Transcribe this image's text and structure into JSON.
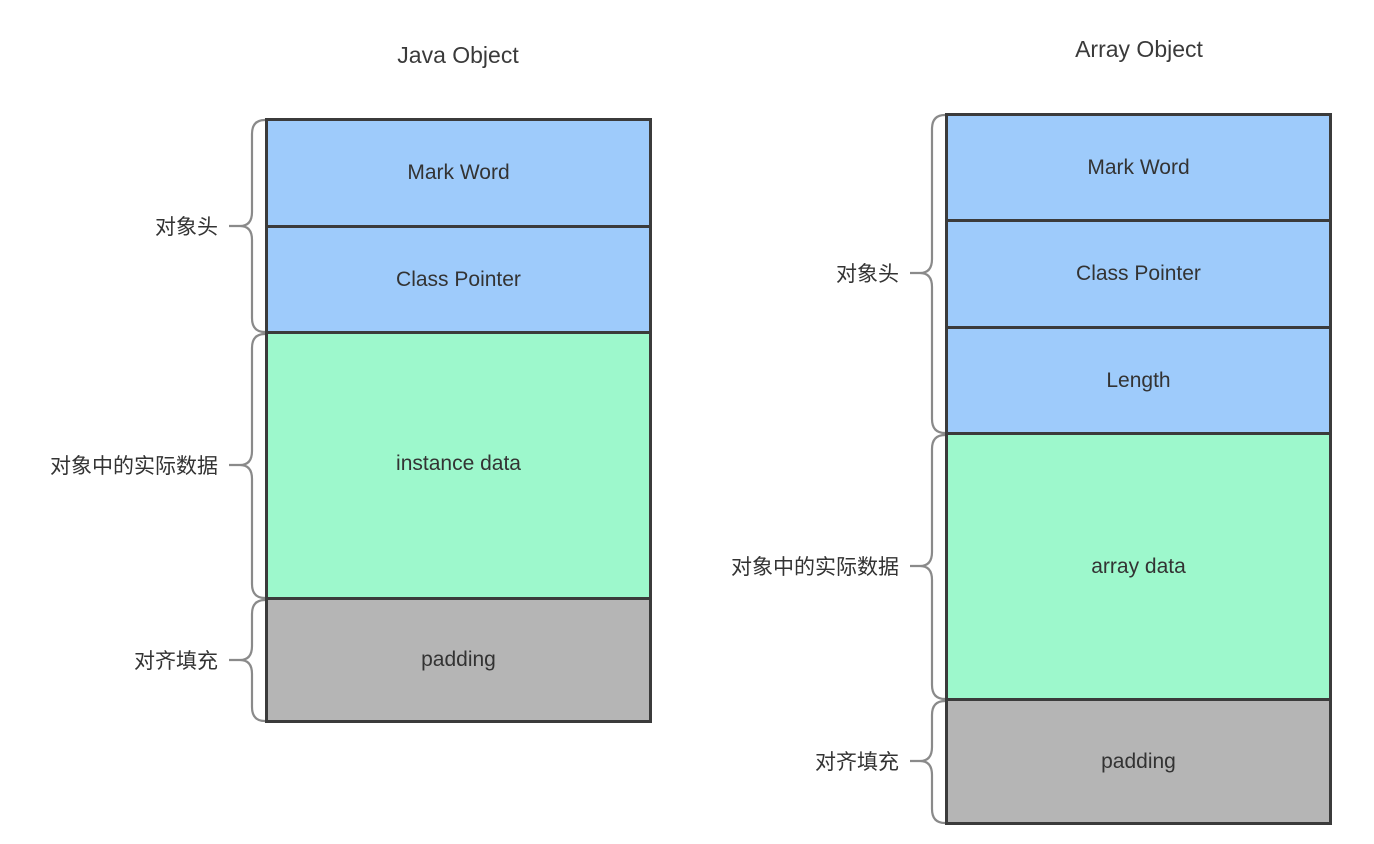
{
  "diagrams": [
    {
      "title": "Java Object",
      "blocks": [
        {
          "label": "Mark Word",
          "color": "#9ecbfb"
        },
        {
          "label": "Class Pointer",
          "color": "#9ecbfb"
        },
        {
          "label": "instance data",
          "color": "#9df8cc"
        },
        {
          "label": "padding",
          "color": "#b5b5b5"
        }
      ],
      "groups": [
        {
          "label": "对象头"
        },
        {
          "label": "对象中的实际数据"
        },
        {
          "label": "对齐填充"
        }
      ]
    },
    {
      "title": "Array Object",
      "blocks": [
        {
          "label": "Mark Word",
          "color": "#9ecbfb"
        },
        {
          "label": "Class Pointer",
          "color": "#9ecbfb"
        },
        {
          "label": "Length",
          "color": "#9ecbfb"
        },
        {
          "label": "array data",
          "color": "#9df8cc"
        },
        {
          "label": "padding",
          "color": "#b5b5b5"
        }
      ],
      "groups": [
        {
          "label": "对象头"
        },
        {
          "label": "对象中的实际数据"
        },
        {
          "label": "对齐填充"
        }
      ]
    }
  ]
}
